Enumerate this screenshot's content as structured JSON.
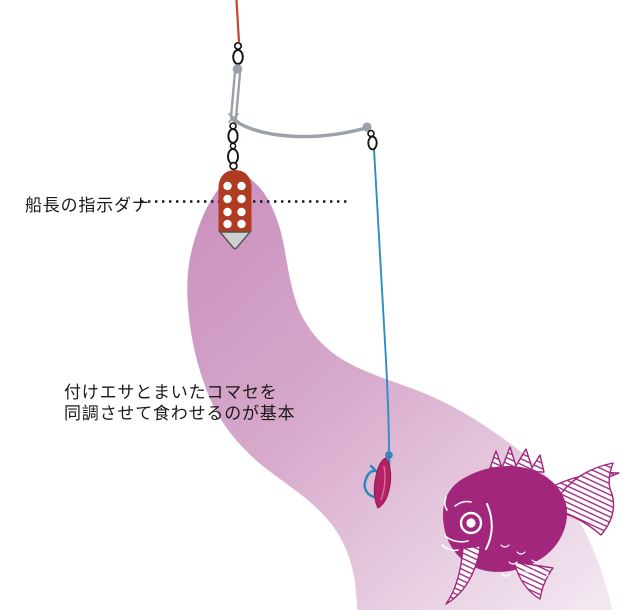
{
  "figure": {
    "labels": {
      "tana": "船長の指示ダナ",
      "caption_line1": "付けエサとまいたコマセを",
      "caption_line2": "同調させて食わせるのが基本"
    },
    "colors": {
      "main_line": "#c8452c",
      "rig_metal": "#9aa1a8",
      "swivel_ink": "#141414",
      "cage_body": "#b13a23",
      "cage_hole": "#ffffff",
      "sinker_fill": "#cfcfcf",
      "sinker_edge": "#555555",
      "leader_line": "#2d8ec5",
      "hook": "#2d86ba",
      "bait_fill": "#b52167",
      "bait_edge": "#8e1a52",
      "bait_highlight": "#d96f9f",
      "chum_dark": "#ca92be",
      "chum_mid": "#d7a9cb",
      "chum_light": "#f2e6f0",
      "fish": "#a1267c",
      "fin_base": "#ffffff",
      "dotted_line": "#1a1a1a"
    }
  }
}
